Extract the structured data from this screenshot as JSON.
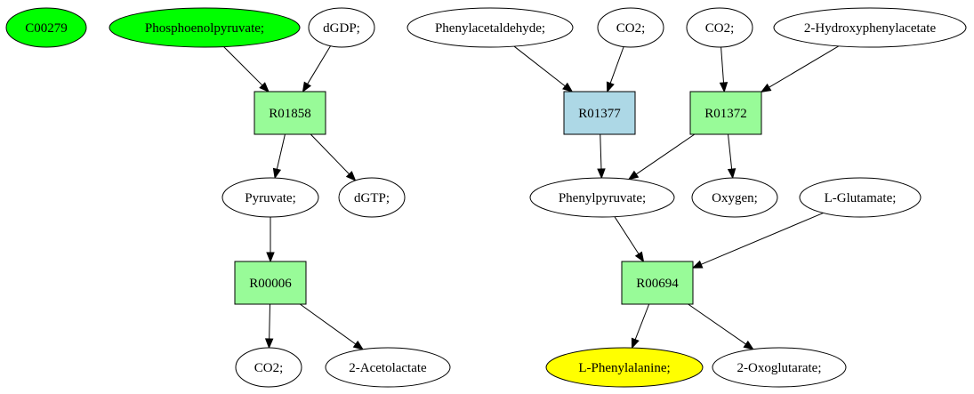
{
  "colors": {
    "compound_default": "#ffffff",
    "compound_green": "#00ff00",
    "compound_yellow": "#ffff00",
    "reaction_green": "#98fb98",
    "reaction_blue": "#add8e6",
    "outline": "#000000"
  },
  "diagram": {
    "nodes": [
      {
        "id": "C00279",
        "label": "C00279",
        "kind": "compound",
        "fill": "compound_green"
      },
      {
        "id": "phosphoenolpyruvate",
        "label": "Phosphoenolpyruvate;",
        "kind": "compound",
        "fill": "compound_green"
      },
      {
        "id": "dgdp",
        "label": "dGDP;",
        "kind": "compound",
        "fill": "compound_default"
      },
      {
        "id": "phenylacetaldehyde",
        "label": "Phenylacetaldehyde;",
        "kind": "compound",
        "fill": "compound_default"
      },
      {
        "id": "co2_a",
        "label": "CO2;",
        "kind": "compound",
        "fill": "compound_default"
      },
      {
        "id": "co2_b",
        "label": "CO2;",
        "kind": "compound",
        "fill": "compound_default"
      },
      {
        "id": "hydroxyphenylacetate",
        "label": "2-Hydroxyphenylacetate",
        "kind": "compound",
        "fill": "compound_default"
      },
      {
        "id": "R01858",
        "label": "R01858",
        "kind": "reaction",
        "fill": "reaction_green"
      },
      {
        "id": "R01377",
        "label": "R01377",
        "kind": "reaction",
        "fill": "reaction_blue"
      },
      {
        "id": "R01372",
        "label": "R01372",
        "kind": "reaction",
        "fill": "reaction_green"
      },
      {
        "id": "pyruvate",
        "label": "Pyruvate;",
        "kind": "compound",
        "fill": "compound_default"
      },
      {
        "id": "dgtp",
        "label": "dGTP;",
        "kind": "compound",
        "fill": "compound_default"
      },
      {
        "id": "phenylpyruvate",
        "label": "Phenylpyruvate;",
        "kind": "compound",
        "fill": "compound_default"
      },
      {
        "id": "oxygen",
        "label": "Oxygen;",
        "kind": "compound",
        "fill": "compound_default"
      },
      {
        "id": "lglutamate",
        "label": "L-Glutamate;",
        "kind": "compound",
        "fill": "compound_default"
      },
      {
        "id": "R00006",
        "label": "R00006",
        "kind": "reaction",
        "fill": "reaction_green"
      },
      {
        "id": "R00694",
        "label": "R00694",
        "kind": "reaction",
        "fill": "reaction_green"
      },
      {
        "id": "co2_c",
        "label": "CO2;",
        "kind": "compound",
        "fill": "compound_default"
      },
      {
        "id": "acetolactate",
        "label": "2-Acetolactate",
        "kind": "compound",
        "fill": "compound_default"
      },
      {
        "id": "lphenylalanine",
        "label": "L-Phenylalanine;",
        "kind": "compound",
        "fill": "compound_yellow"
      },
      {
        "id": "oxoglutarate",
        "label": "2-Oxoglutarate;",
        "kind": "compound",
        "fill": "compound_default"
      }
    ],
    "edges": [
      {
        "from": "phosphoenolpyruvate",
        "to": "R01858"
      },
      {
        "from": "dgdp",
        "to": "R01858"
      },
      {
        "from": "R01858",
        "to": "pyruvate"
      },
      {
        "from": "R01858",
        "to": "dgtp"
      },
      {
        "from": "pyruvate",
        "to": "R00006"
      },
      {
        "from": "R00006",
        "to": "co2_c"
      },
      {
        "from": "R00006",
        "to": "acetolactate"
      },
      {
        "from": "phenylacetaldehyde",
        "to": "R01377"
      },
      {
        "from": "co2_a",
        "to": "R01377"
      },
      {
        "from": "co2_b",
        "to": "R01372"
      },
      {
        "from": "hydroxyphenylacetate",
        "to": "R01372"
      },
      {
        "from": "R01377",
        "to": "phenylpyruvate"
      },
      {
        "from": "R01372",
        "to": "phenylpyruvate"
      },
      {
        "from": "R01372",
        "to": "oxygen"
      },
      {
        "from": "phenylpyruvate",
        "to": "R00694"
      },
      {
        "from": "lglutamate",
        "to": "R00694"
      },
      {
        "from": "R00694",
        "to": "lphenylalanine"
      },
      {
        "from": "R00694",
        "to": "oxoglutarate"
      }
    ]
  }
}
